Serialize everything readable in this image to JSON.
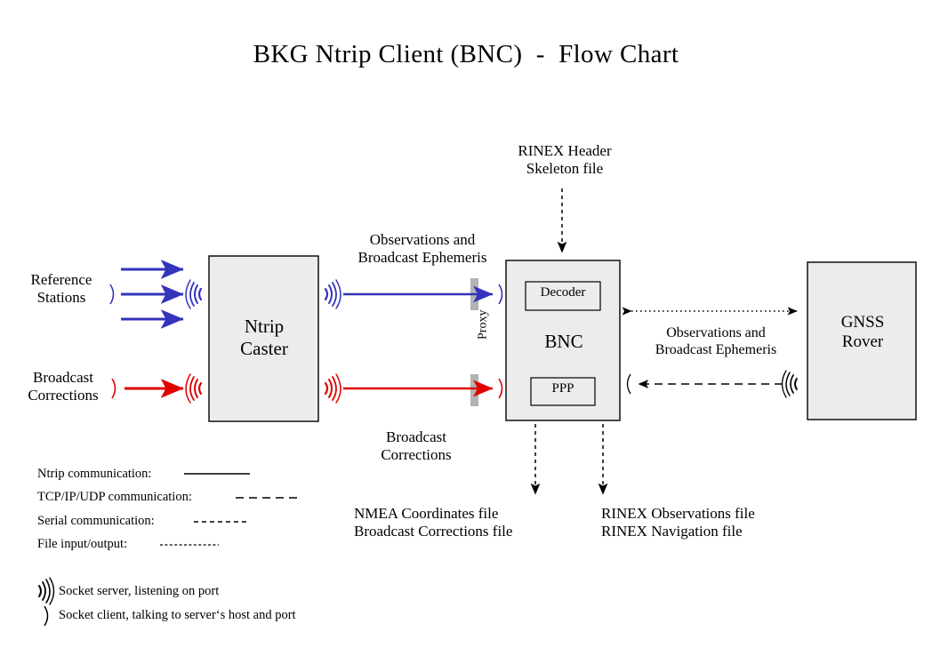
{
  "title": "BKG Ntrip Client (BNC)  -  Flow Chart",
  "nodes": {
    "ntrip_caster": "Ntrip\nCaster",
    "bnc": "BNC",
    "gnss_rover": "GNSS\nRover",
    "decoder": "Decoder",
    "ppp": "PPP",
    "proxy": "Proxy"
  },
  "labels": {
    "reference_stations": "Reference\nStations",
    "broadcast_corrections_left": "Broadcast\nCorrections",
    "observations_ephemeris_caster": "Observations and\nBroadcast Ephemeris",
    "broadcast_corrections_caster": "Broadcast\nCorrections",
    "rinex_header_skeleton": "RINEX Header\nSkeleton file",
    "observations_ephemeris_rover": "Observations and\nBroadcast Ephemeris",
    "output_left": "NMEA Coordinates file\nBroadcast Corrections file",
    "output_right": "RINEX Observations file\nRINEX Navigation file"
  },
  "legend": {
    "lines": [
      {
        "label": "Ntrip communication:",
        "style": "solid"
      },
      {
        "label": "TCP/IP/UDP communication:",
        "style": "long-dash"
      },
      {
        "label": "Serial communication:",
        "style": "dash-dot"
      },
      {
        "label": "File input/output:",
        "style": "fine-dot"
      }
    ],
    "sockets": [
      {
        "icon": "socket-server-antenna-icon",
        "label": "Socket server, listening on port"
      },
      {
        "icon": "socket-client-arc-icon",
        "label": "Socket client, talking to server‘s host and port"
      }
    ]
  },
  "colors": {
    "ntrip_blue": "#3333bb",
    "corrections_red": "#e00000",
    "box_fill": "#ececec",
    "box_stroke": "#000000",
    "proxy_bar": "#b3b3b3",
    "text": "#000000"
  }
}
